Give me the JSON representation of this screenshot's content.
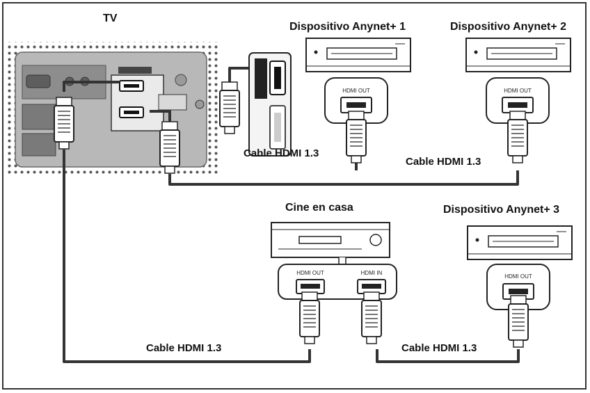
{
  "labels": {
    "tv": "TV",
    "device1": "Dispositivo Anynet+ 1",
    "device2": "Dispositivo Anynet+ 2",
    "device3": "Dispositivo Anynet+ 3",
    "home_theater": "Cine en casa",
    "cable": "Cable HDMI 1.3"
  },
  "ports": {
    "hdmi_out": "HDMI OUT",
    "hdmi_in": "HDMI IN"
  }
}
